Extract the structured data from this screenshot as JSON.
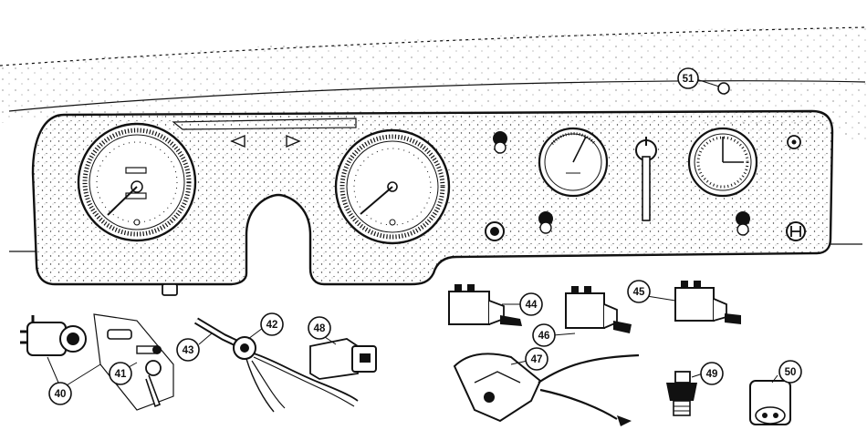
{
  "callouts": [
    {
      "id": "c40",
      "label": "40"
    },
    {
      "id": "c41",
      "label": "41"
    },
    {
      "id": "c42",
      "label": "42"
    },
    {
      "id": "c43",
      "label": "43"
    },
    {
      "id": "c44",
      "label": "44"
    },
    {
      "id": "c45",
      "label": "45"
    },
    {
      "id": "c46",
      "label": "46"
    },
    {
      "id": "c47",
      "label": "47"
    },
    {
      "id": "c48",
      "label": "48"
    },
    {
      "id": "c49",
      "label": "49"
    },
    {
      "id": "c50",
      "label": "50"
    },
    {
      "id": "c51",
      "label": "51"
    }
  ],
  "colors": {
    "ink": "#111111",
    "paper": "#ffffff"
  }
}
